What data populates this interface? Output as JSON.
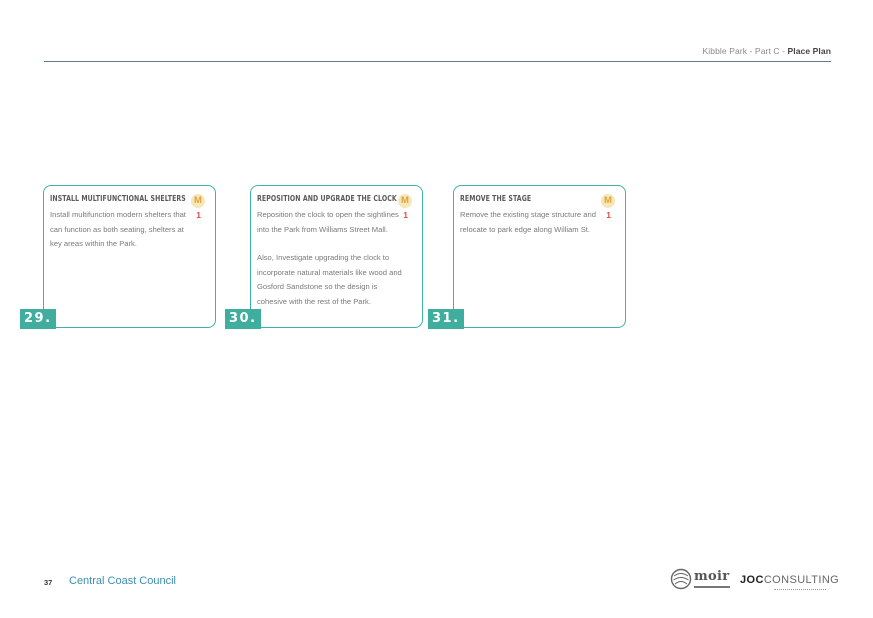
{
  "header": {
    "breadcrumb": "Kibble Park - Part C - ",
    "section": "Place Plan"
  },
  "cards": [
    {
      "number": "29.",
      "title": "INSTALL MULTIFUNCTIONAL SHELTERS",
      "paragraphs": [
        "Install multifunction modern shelters that can function as both seating, shelters at key areas within the Park."
      ],
      "badge": "M",
      "priority": "1"
    },
    {
      "number": "30.",
      "title": "REPOSITION AND UPGRADE THE CLOCK",
      "paragraphs": [
        "Reposition the clock to open the sightlines into the Park from Williams Street Mall.",
        "Also, Investigate upgrading the clock to incorporate natural materials like wood and Gosford Sandstone so the design is cohesive with the rest of the Park."
      ],
      "badge": "M",
      "priority": "1"
    },
    {
      "number": "31.",
      "title": "REMOVE THE STAGE",
      "paragraphs": [
        "Remove the existing stage structure and relocate to park edge along William St."
      ],
      "badge": "M",
      "priority": "1"
    }
  ],
  "footer": {
    "page_number": "37",
    "council": "Central Coast Council",
    "logo_moir": "moir",
    "logo_joc_bold": "JOC",
    "logo_joc_rest": "CONSULTING"
  },
  "colors": {
    "accent": "#3fae9e",
    "card_border": "#3fb3a4",
    "badge_bg": "#f6e7b8",
    "badge_fg": "#e3a33a",
    "priority": "#e04a3a",
    "council": "#3c8fb0"
  }
}
